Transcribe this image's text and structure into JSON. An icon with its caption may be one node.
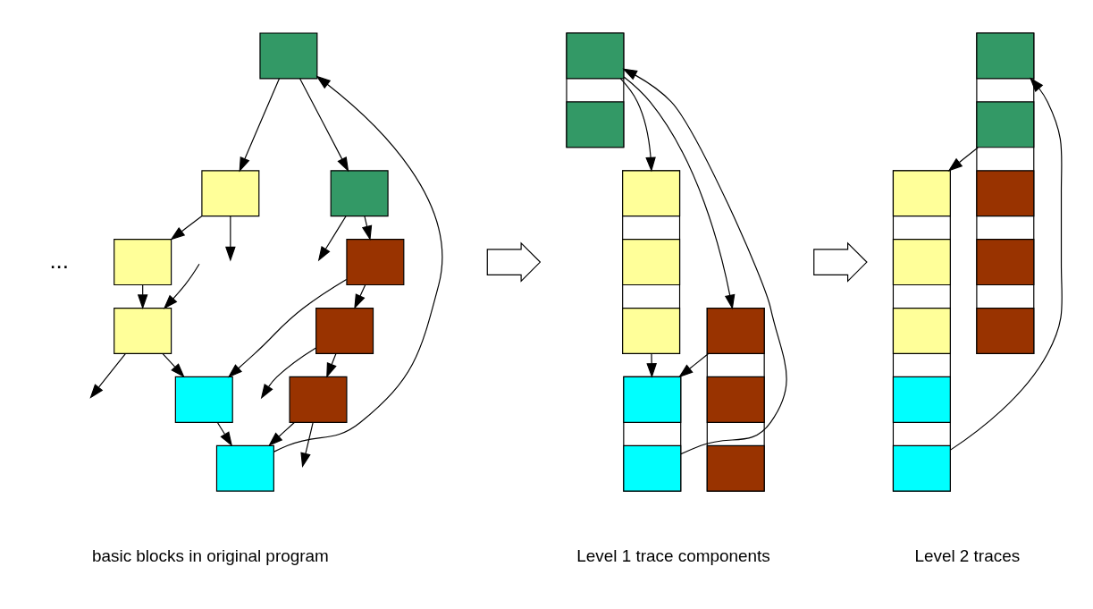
{
  "diagram": {
    "nodes": [
      {
        "text": [],
        "shape": "box"
      },
      {
        "text": [],
        "shape": "box"
      },
      {
        "text": [],
        "shape": "box"
      },
      {
        "text": [],
        "shape": "box"
      },
      {
        "text": [],
        "shape": "box"
      },
      {
        "text": [],
        "shape": "box"
      },
      {
        "text": [],
        "shape": "box"
      },
      {
        "text": [],
        "shape": "box"
      },
      {
        "text": [],
        "shape": "box"
      },
      {
        "text": [],
        "shape": "box"
      },
      {
        "text": [],
        "shape": "bar"
      },
      {
        "text": [],
        "shape": "box",
        "in": 10
      },
      {
        "text": [],
        "shape": "box",
        "in": 10
      },
      {
        "text": [],
        "shape": "bar"
      },
      {
        "text": [],
        "shape": "box",
        "in": 13
      },
      {
        "text": [],
        "shape": "box",
        "in": 13
      },
      {
        "text": [],
        "shape": "box",
        "in": 13
      },
      {
        "text": [],
        "shape": "bar"
      },
      {
        "text": [],
        "shape": "box",
        "in": 17
      },
      {
        "text": [],
        "shape": "box",
        "in": 17
      },
      {
        "text": [],
        "shape": "box",
        "in": 17
      },
      {
        "text": [],
        "shape": "bar"
      },
      {
        "text": [],
        "shape": "box",
        "in": 21
      },
      {
        "text": [],
        "shape": "box",
        "in": 21
      },
      {
        "text": [],
        "shape": "bar"
      },
      {
        "text": [],
        "shape": "box",
        "in": 24
      },
      {
        "text": [],
        "shape": "box",
        "in": 24
      },
      {
        "text": [],
        "shape": "box",
        "in": 24
      },
      {
        "text": [],
        "shape": "box",
        "in": 24
      },
      {
        "text": [],
        "shape": "box",
        "in": 24
      },
      {
        "text": [],
        "shape": "bar"
      },
      {
        "text": [],
        "shape": "box",
        "in": 30
      },
      {
        "text": [],
        "shape": "box",
        "in": 30
      },
      {
        "text": [],
        "shape": "box",
        "in": 30
      },
      {
        "text": [],
        "shape": "box",
        "in": 30
      },
      {
        "text": [],
        "shape": "box",
        "in": 30
      },
      {
        "text": [],
        "shape": "arrow"
      },
      {
        "text": [],
        "shape": "arrow"
      }
    ],
    "edges": [
      {
        "from": 0,
        "to": 1,
        "arrow": "to"
      },
      {
        "from": 0,
        "to": 2,
        "arrow": "to"
      },
      {
        "from": 1,
        "to": null,
        "arrow": "to"
      },
      {
        "from": 1,
        "to": 5,
        "arrow": "to"
      },
      {
        "from": 2,
        "to": null,
        "arrow": "to"
      },
      {
        "from": 2,
        "to": 3,
        "arrow": "to"
      },
      {
        "from": null,
        "to": 4,
        "arrow": "to"
      },
      {
        "from": 3,
        "to": 4,
        "arrow": "to"
      },
      {
        "from": 5,
        "to": 6,
        "arrow": "to"
      },
      {
        "from": 5,
        "to": 7,
        "arrow": "to"
      },
      {
        "from": 4,
        "to": 7,
        "arrow": "to"
      },
      {
        "from": 4,
        "to": null,
        "arrow": "to"
      },
      {
        "from": 6,
        "to": null,
        "arrow": "to"
      },
      {
        "from": 6,
        "to": 8,
        "arrow": "to"
      },
      {
        "from": 8,
        "to": null,
        "arrow": "to"
      },
      {
        "from": 8,
        "to": 9,
        "arrow": "to"
      },
      {
        "from": 7,
        "to": 9,
        "arrow": "to"
      },
      {
        "from": 9,
        "to": 0,
        "arrow": "to"
      },
      {
        "from": 10,
        "to": 13,
        "arrow": "to"
      },
      {
        "from": 10,
        "to": 17,
        "arrow": "to"
      },
      {
        "from": 17,
        "to": 21,
        "arrow": "to"
      },
      {
        "from": 13,
        "to": 21,
        "arrow": "to"
      },
      {
        "from": 21,
        "to": 10,
        "arrow": "to"
      },
      {
        "from": 24,
        "to": 30,
        "arrow": "to"
      },
      {
        "from": 30,
        "to": 24,
        "arrow": "to"
      }
    ],
    "labels": [
      "...",
      "basic blocks in original program",
      "Level 1 trace components",
      "Level 2 traces"
    ]
  }
}
